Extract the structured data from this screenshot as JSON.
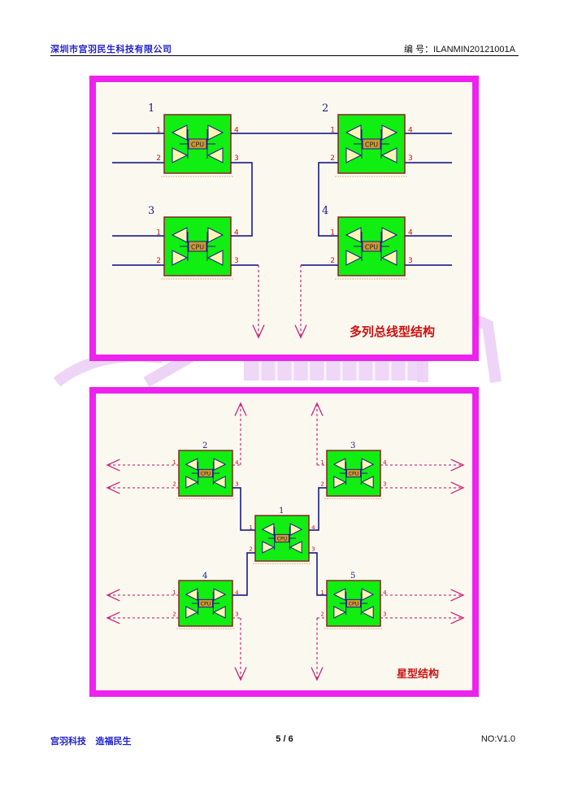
{
  "header": {
    "company": "深圳市宫羽民生科技有限公司",
    "doc_number": "编 号：ILANMIN20121001A"
  },
  "footer": {
    "slogan": "宫羽科技   造福民生",
    "page": "5 / 6",
    "version": "NO:V1.0"
  },
  "colors": {
    "panel_border": "#ee22ee",
    "panel_bg": "#fbf9ef",
    "node_fill": "#11ee11",
    "node_border": "#8b2222",
    "cpu_fill": "#cc9933",
    "wire": "#1a1a88",
    "dashed_arrow": "#cc2277",
    "label_red": "#cc1111",
    "label_blue": "#1a1a88",
    "watermark": "#e8c8f4"
  },
  "node_label": "CPU",
  "port_labels": [
    "1",
    "2",
    "3",
    "4"
  ],
  "bus_diagram": {
    "caption": "多列总线型结构",
    "nodes": [
      {
        "id": "1"
      },
      {
        "id": "2"
      },
      {
        "id": "3"
      },
      {
        "id": "4"
      }
    ]
  },
  "star_diagram": {
    "caption": "星型结构",
    "nodes": [
      {
        "id": "1"
      },
      {
        "id": "2"
      },
      {
        "id": "3"
      },
      {
        "id": "4"
      },
      {
        "id": "5"
      }
    ]
  }
}
